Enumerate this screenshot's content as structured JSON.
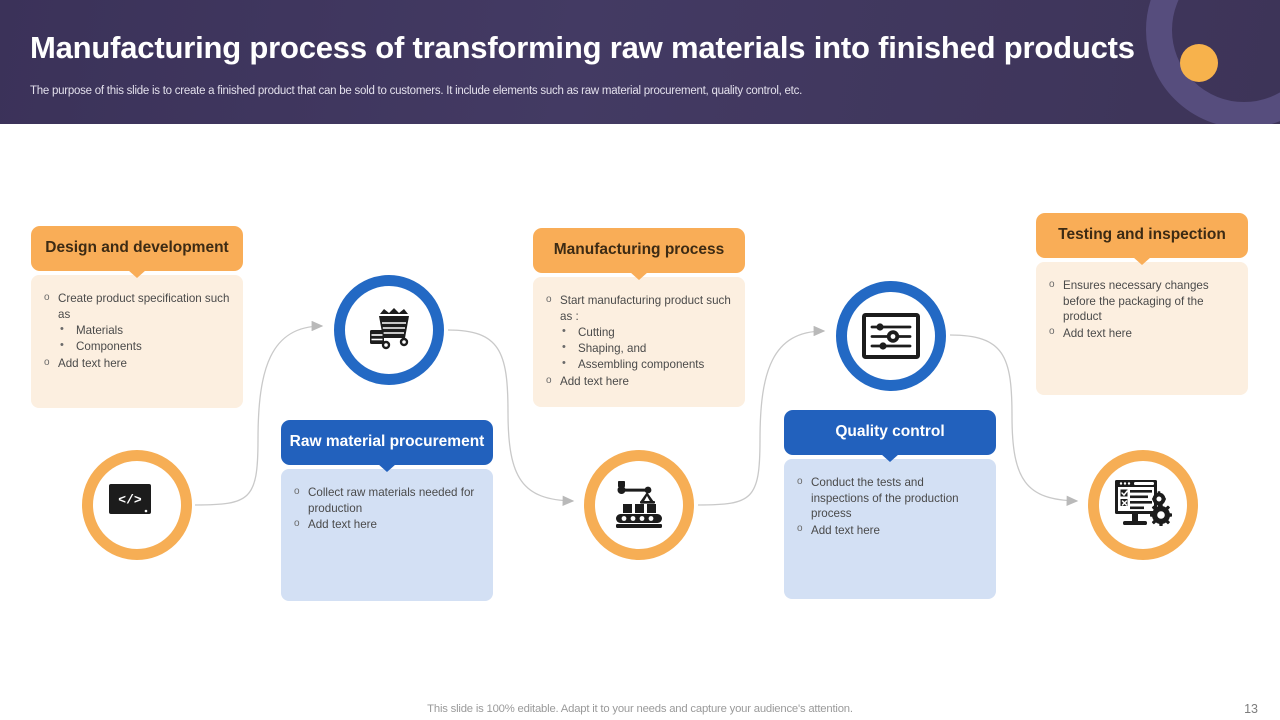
{
  "header": {
    "title": "Manufacturing process of transforming raw materials into finished products",
    "subtitle": "The purpose of this slide is to create a finished product that can be sold to customers. It include elements such as raw material procurement, quality control, etc.",
    "bg_color": "#3f365d",
    "accent_dot_color": "#f7b24c",
    "ring_color": "#564d7d"
  },
  "colors": {
    "orange_header": "#f9ad57",
    "orange_body": "#fcefe0",
    "orange_ring": "#f6ae55",
    "blue_header": "#2261bd",
    "blue_body": "#d3e0f4",
    "blue_ring": "#2369c4",
    "connector": "#bdbdbd"
  },
  "steps": [
    {
      "id": "design-and-development",
      "title": "Design and development",
      "theme": "orange",
      "bullets": [
        {
          "text": "Create product specification such as",
          "sub": [
            "Materials",
            "Components"
          ]
        },
        {
          "text": "Add text here",
          "sub": []
        }
      ],
      "icon_name": "code-monitor-gear-icon"
    },
    {
      "id": "raw-material-procurement",
      "title": "Raw material procurement",
      "theme": "blue",
      "bullets": [
        {
          "text": "Collect raw materials needed for production",
          "sub": []
        },
        {
          "text": "Add text here",
          "sub": []
        }
      ],
      "icon_name": "mining-cart-ore-icon"
    },
    {
      "id": "manufacturing-process",
      "title": "Manufacturing process",
      "theme": "orange",
      "bullets": [
        {
          "text": "Start manufacturing product such as :",
          "sub": [
            "Cutting",
            "Shaping, and",
            "Assembling components"
          ]
        },
        {
          "text": "Add text here",
          "sub": []
        }
      ],
      "icon_name": "conveyor-belt-robot-arm-icon"
    },
    {
      "id": "quality-control",
      "title": "Quality control",
      "theme": "blue",
      "bullets": [
        {
          "text": "Conduct the tests and inspections of the production process",
          "sub": []
        },
        {
          "text": "Add text here",
          "sub": []
        }
      ],
      "icon_name": "control-panel-sliders-icon"
    },
    {
      "id": "testing-and-inspection",
      "title": "Testing and inspection",
      "theme": "orange",
      "bullets": [
        {
          "text": "Ensures necessary changes before the packaging of the product",
          "sub": []
        },
        {
          "text": "Add text here",
          "sub": []
        }
      ],
      "icon_name": "checklist-monitor-gears-icon"
    }
  ],
  "footer": {
    "note": "This slide is 100% editable. Adapt it to your needs and capture your audience's attention.",
    "page_number": "13"
  }
}
